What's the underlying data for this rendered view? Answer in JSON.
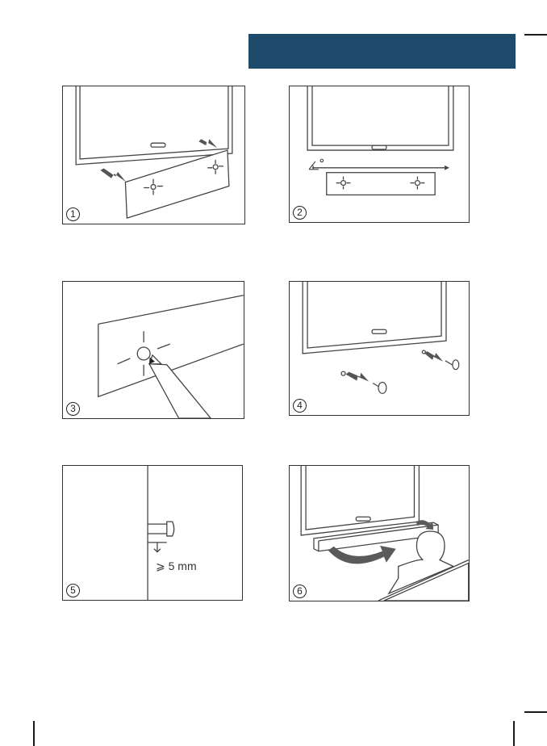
{
  "header": {
    "color": "#1e4a6c"
  },
  "steps": [
    {
      "number": "1",
      "description": "slide-template-onto-wall-under-tv"
    },
    {
      "number": "2",
      "description": "level-template"
    },
    {
      "number": "3",
      "description": "mark-screw-positions"
    },
    {
      "number": "4",
      "description": "insert-screws-into-wall"
    },
    {
      "number": "5",
      "description": "screw-head-protrusion"
    },
    {
      "number": "6",
      "description": "hang-soundbar-on-screws"
    }
  ],
  "panel5": {
    "measurement": "⩾ 5 mm"
  },
  "icons": [
    "pencil-icon",
    "screw-icon",
    "arrow-icon",
    "level-icon",
    "person-icon"
  ]
}
